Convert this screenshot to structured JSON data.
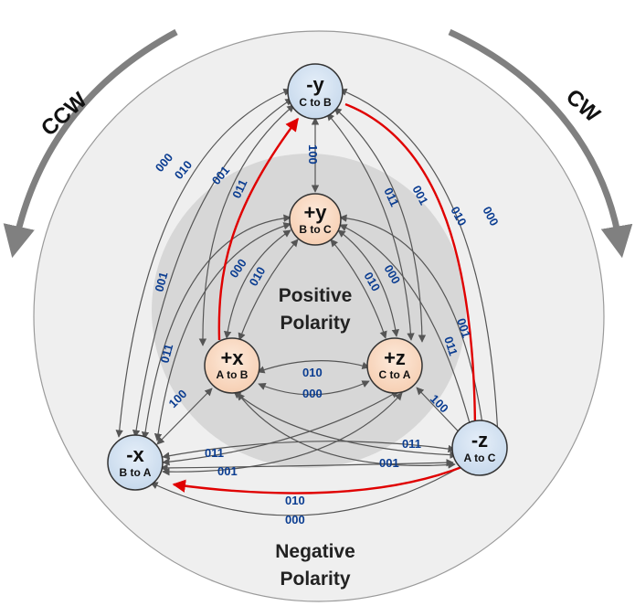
{
  "directions": {
    "ccw": "CCW",
    "cw": "CW"
  },
  "regions": {
    "positive": [
      "Positive",
      "Polarity"
    ],
    "negative": [
      "Negative",
      "Polarity"
    ]
  },
  "nodes": {
    "neg_y": {
      "name": "-y",
      "sub": "C to B"
    },
    "pos_y": {
      "name": "+y",
      "sub": "B to C"
    },
    "pos_x": {
      "name": "+x",
      "sub": "A to B"
    },
    "pos_z": {
      "name": "+z",
      "sub": "C to A"
    },
    "neg_x": {
      "name": "-x",
      "sub": "B to A"
    },
    "neg_z": {
      "name": "-z",
      "sub": "A to C"
    }
  },
  "codes": {
    "c000": "000",
    "c001": "001",
    "c010": "010",
    "c011": "011",
    "c100": "100"
  },
  "colors": {
    "outer_disc": "#eeeeee",
    "inner_disc": "#d6d6d6",
    "positive_node": "#fbe0cc",
    "negative_node": "#d6e4f2",
    "highlight_path": "#e00000",
    "code_label": "#0b3d91"
  }
}
